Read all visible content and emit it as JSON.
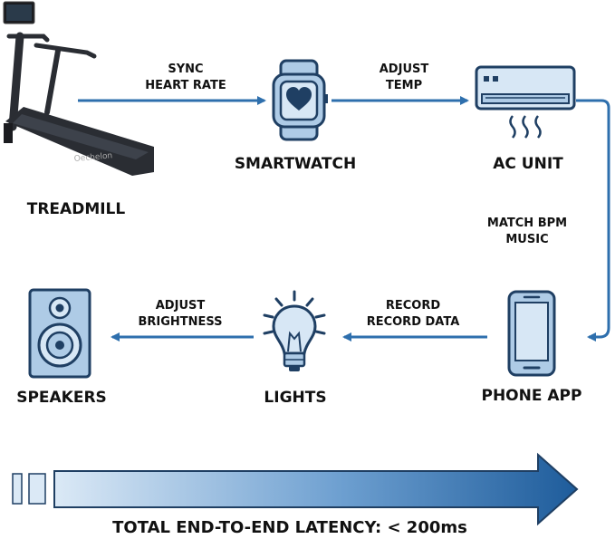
{
  "nodes": {
    "treadmill": {
      "label": "TREADMILL",
      "brand": "Oechelon"
    },
    "smartwatch": {
      "label": "SMARTWATCH"
    },
    "ac_unit": {
      "label": "AC UNIT"
    },
    "phone_app": {
      "label": "PHONE APP"
    },
    "lights": {
      "label": "LIGHTS"
    },
    "speakers": {
      "label": "SPEAKERS"
    }
  },
  "edges": {
    "treadmill_to_smartwatch": {
      "line1": "SYNC",
      "line2": "HEART RATE"
    },
    "smartwatch_to_ac": {
      "line1": "ADJUST",
      "line2": "TEMP"
    },
    "ac_to_phone": {
      "line1": "MATCH BPM",
      "line2": "MUSIC"
    },
    "phone_to_lights": {
      "line1": "RECORD",
      "line2": "RECORD DATA"
    },
    "lights_to_speakers": {
      "line1": "ADJUST",
      "line2": "BRIGHTNESS"
    }
  },
  "footer": {
    "latency": "TOTAL END-TO-END LATENCY: < 200ms"
  },
  "colors": {
    "arrow": "#2e6fad",
    "icon_stroke": "#1f3f63",
    "icon_fill": "#aecbe6",
    "icon_fill_light": "#d7e7f5",
    "treadmill_dark": "#2a2d33"
  }
}
